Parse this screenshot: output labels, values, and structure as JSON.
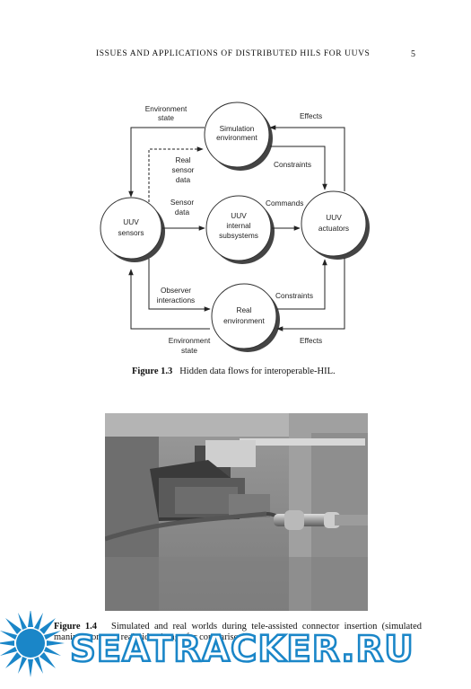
{
  "header": {
    "running_title": "ISSUES AND APPLICATIONS OF DISTRIBUTED HILS FOR UUVS",
    "page_number": "5"
  },
  "figure_1_3": {
    "nodes": {
      "simulation_environment": [
        "Simulation",
        "environment"
      ],
      "uuv_sensors": [
        "UUV",
        "sensors"
      ],
      "uuv_internal": [
        "UUV",
        "internal",
        "subsystems"
      ],
      "uuv_actuators": [
        "UUV",
        "actuators"
      ],
      "real_environment": [
        "Real",
        "environment"
      ]
    },
    "edge_labels": {
      "env_state_top": [
        "Environment",
        "state"
      ],
      "effects_top": "Effects",
      "real_sensor_data": [
        "Real",
        "sensor",
        "data"
      ],
      "constraints_top": "Constraints",
      "sensor_data": [
        "Sensor",
        "data"
      ],
      "commands": "Commands",
      "observer_interactions": [
        "Observer",
        "interactions"
      ],
      "constraints_bottom": "Constraints",
      "env_state_bottom": [
        "Environment",
        "state"
      ],
      "effects_bottom": "Effects"
    },
    "caption_label": "Figure 1.3",
    "caption_text": "Hidden data flows for interoperable-HIL."
  },
  "figure_1_4": {
    "caption_label": "Figure 1.4",
    "caption_text": "Simulated and real worlds during tele-assisted connector insertion (simulated manipulator over real video image for comparison)."
  },
  "watermark": {
    "text": "SEATRACKER.RU",
    "color": "#1a86c8"
  }
}
